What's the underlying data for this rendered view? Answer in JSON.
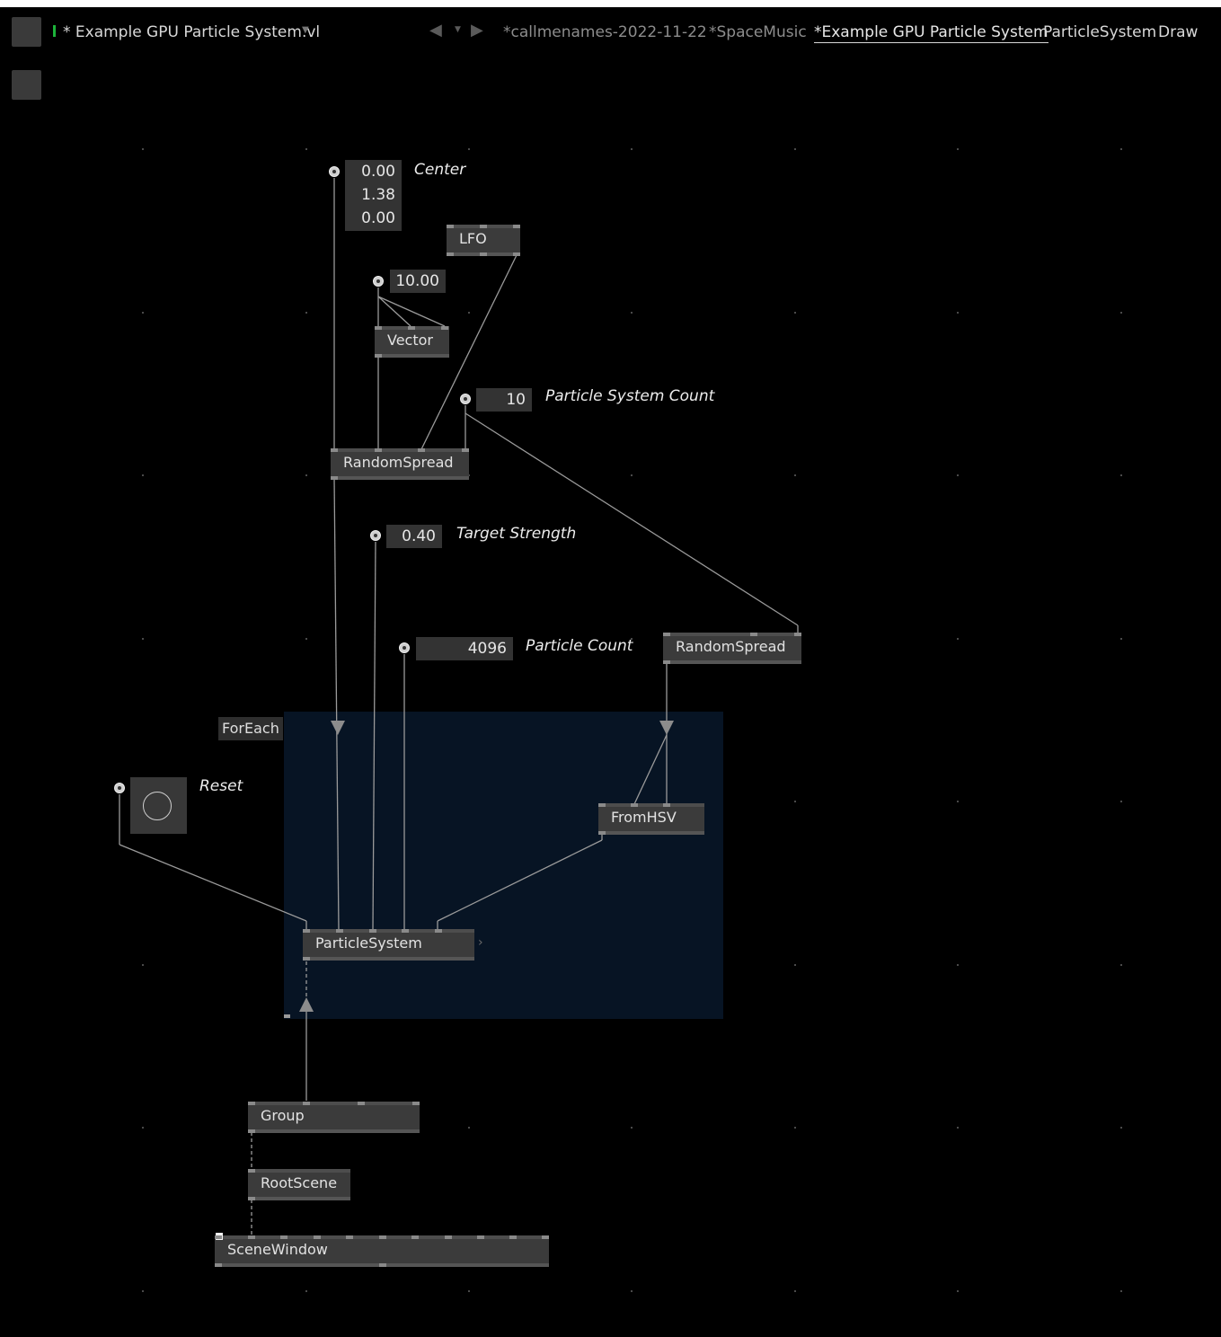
{
  "toolbar": {
    "document_title": "* Example GPU Particle System.vl"
  },
  "tabs": [
    {
      "label": "*callmenames-2022-11-22"
    },
    {
      "label": "*SpaceMusic"
    },
    {
      "label": "*Example GPU Particle System"
    },
    {
      "label": "ParticleSystem"
    },
    {
      "label": "Draw"
    }
  ],
  "nodes": {
    "lfo": "LFO",
    "vector": "Vector",
    "random_spread_1": "RandomSpread",
    "random_spread_2": "RandomSpread",
    "from_hsv": "FromHSV",
    "particle_system": "ParticleSystem",
    "group": "Group",
    "root_scene": "RootScene",
    "scene_window": "SceneWindow"
  },
  "region": {
    "label": "ForEach"
  },
  "ioboxes": {
    "center": {
      "label": "Center",
      "values": [
        "0.00",
        "1.38",
        "0.00"
      ]
    },
    "vector_input": {
      "value": "10.00"
    },
    "particle_system_count": {
      "label": "Particle System Count",
      "value": "10"
    },
    "target_strength": {
      "label": "Target Strength",
      "value": "0.40"
    },
    "particle_count": {
      "label": "Particle Count",
      "value": "4096"
    },
    "reset": {
      "label": "Reset"
    }
  },
  "colors": {
    "canvas": "#000000",
    "node": "#3b3b3b",
    "region": "#071424",
    "link": "#9a9a9a",
    "active_indicator": "#1db33a"
  }
}
